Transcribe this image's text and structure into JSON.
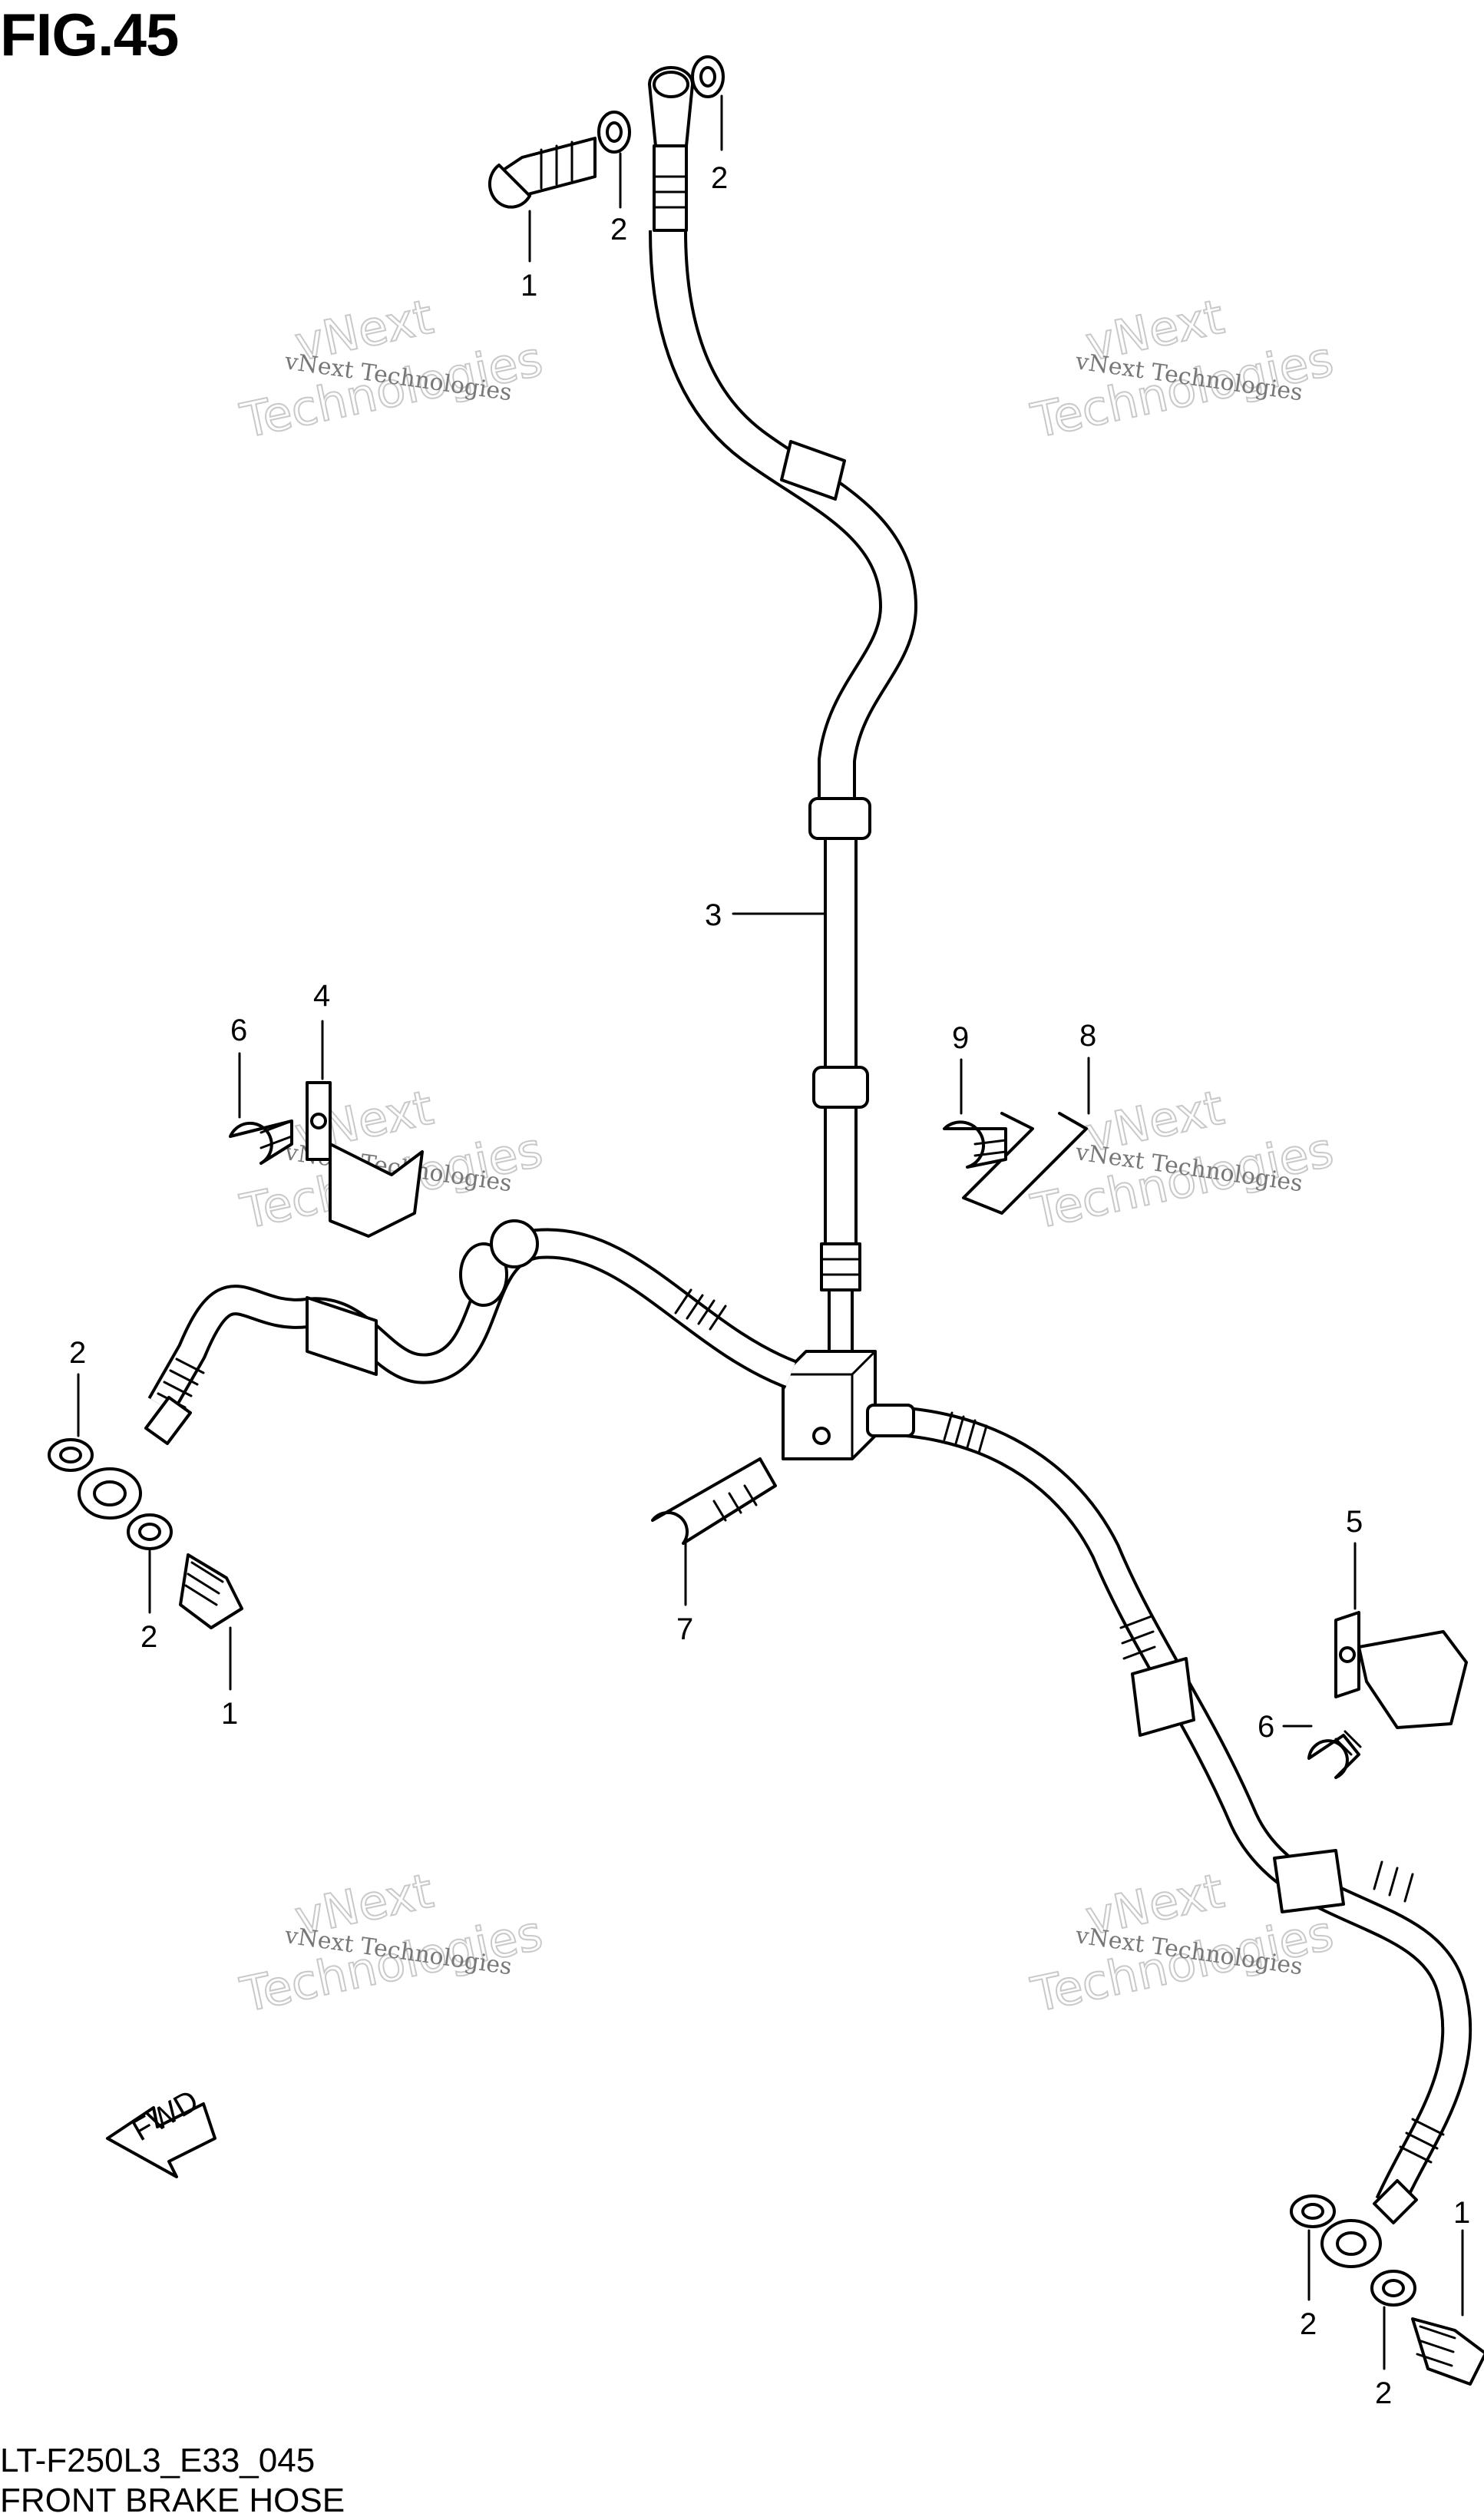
{
  "figure": {
    "title": "FIG.45",
    "code": "LT-F250L3_E33_045",
    "name": "FRONT BRAKE HOSE",
    "fwd_label": "FWD"
  },
  "watermark": {
    "line1": "vNext Technologies",
    "line2": "vNext",
    "line3": "Technologies"
  },
  "callouts": [
    {
      "id": "c1a",
      "label": "1"
    },
    {
      "id": "c2a",
      "label": "2"
    },
    {
      "id": "c2b",
      "label": "2"
    },
    {
      "id": "c3",
      "label": "3"
    },
    {
      "id": "c4",
      "label": "4"
    },
    {
      "id": "c6a",
      "label": "6"
    },
    {
      "id": "c9",
      "label": "9"
    },
    {
      "id": "c8",
      "label": "8"
    },
    {
      "id": "c2c",
      "label": "2"
    },
    {
      "id": "c2d",
      "label": "2"
    },
    {
      "id": "c1b",
      "label": "1"
    },
    {
      "id": "c7",
      "label": "7"
    },
    {
      "id": "c5",
      "label": "5"
    },
    {
      "id": "c6b",
      "label": "6"
    },
    {
      "id": "c2e",
      "label": "2"
    },
    {
      "id": "c2f",
      "label": "2"
    },
    {
      "id": "c1c",
      "label": "1"
    }
  ]
}
